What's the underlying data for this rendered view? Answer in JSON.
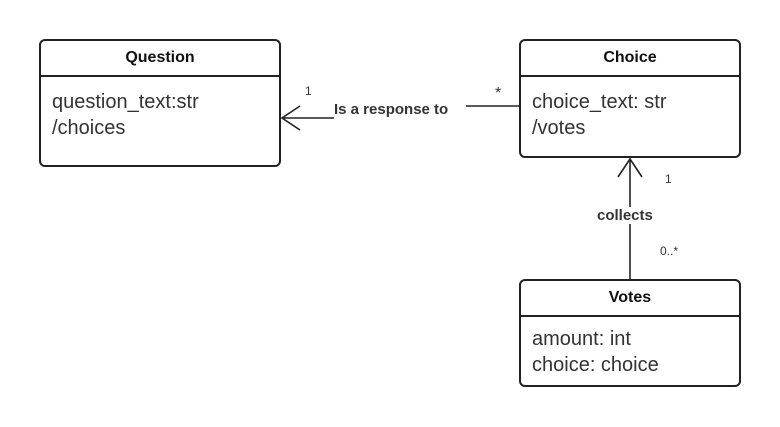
{
  "classes": [
    {
      "name": "Question",
      "attributes": [
        "question_text:str",
        "/choices"
      ]
    },
    {
      "name": "Choice",
      "attributes": [
        "choice_text: str",
        "/votes"
      ]
    },
    {
      "name": "Votes",
      "attributes": [
        "amount: int",
        "choice: choice"
      ]
    }
  ],
  "associations": [
    {
      "label": "Is a response to",
      "from": "Choice",
      "to": "Question",
      "from_multiplicity": "*",
      "to_multiplicity": "1"
    },
    {
      "label": "collects",
      "from": "Votes",
      "to": "Choice",
      "from_multiplicity": "0..*",
      "to_multiplicity": "1"
    }
  ],
  "colors": {
    "line": "#222222",
    "text": "#333333",
    "background": "#ffffff"
  }
}
